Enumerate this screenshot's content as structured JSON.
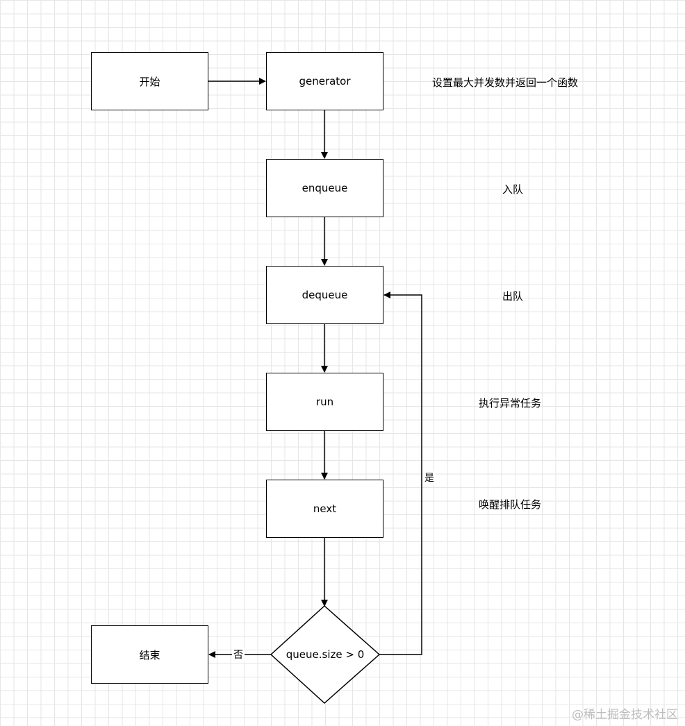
{
  "nodes": {
    "start": "开始",
    "generator": "generator",
    "enqueue": "enqueue",
    "dequeue": "dequeue",
    "run": "run",
    "next": "next",
    "decision": "queue.size > 0",
    "end": "结束"
  },
  "notes": {
    "generator": "设置最大并发数并返回一个函数",
    "enqueue": "入队",
    "dequeue": "出队",
    "run": "执行异常任务",
    "next": "唤醒排队任务"
  },
  "edge_labels": {
    "yes": "是",
    "no": "否"
  },
  "watermark": "@稀土掘金技术社区"
}
